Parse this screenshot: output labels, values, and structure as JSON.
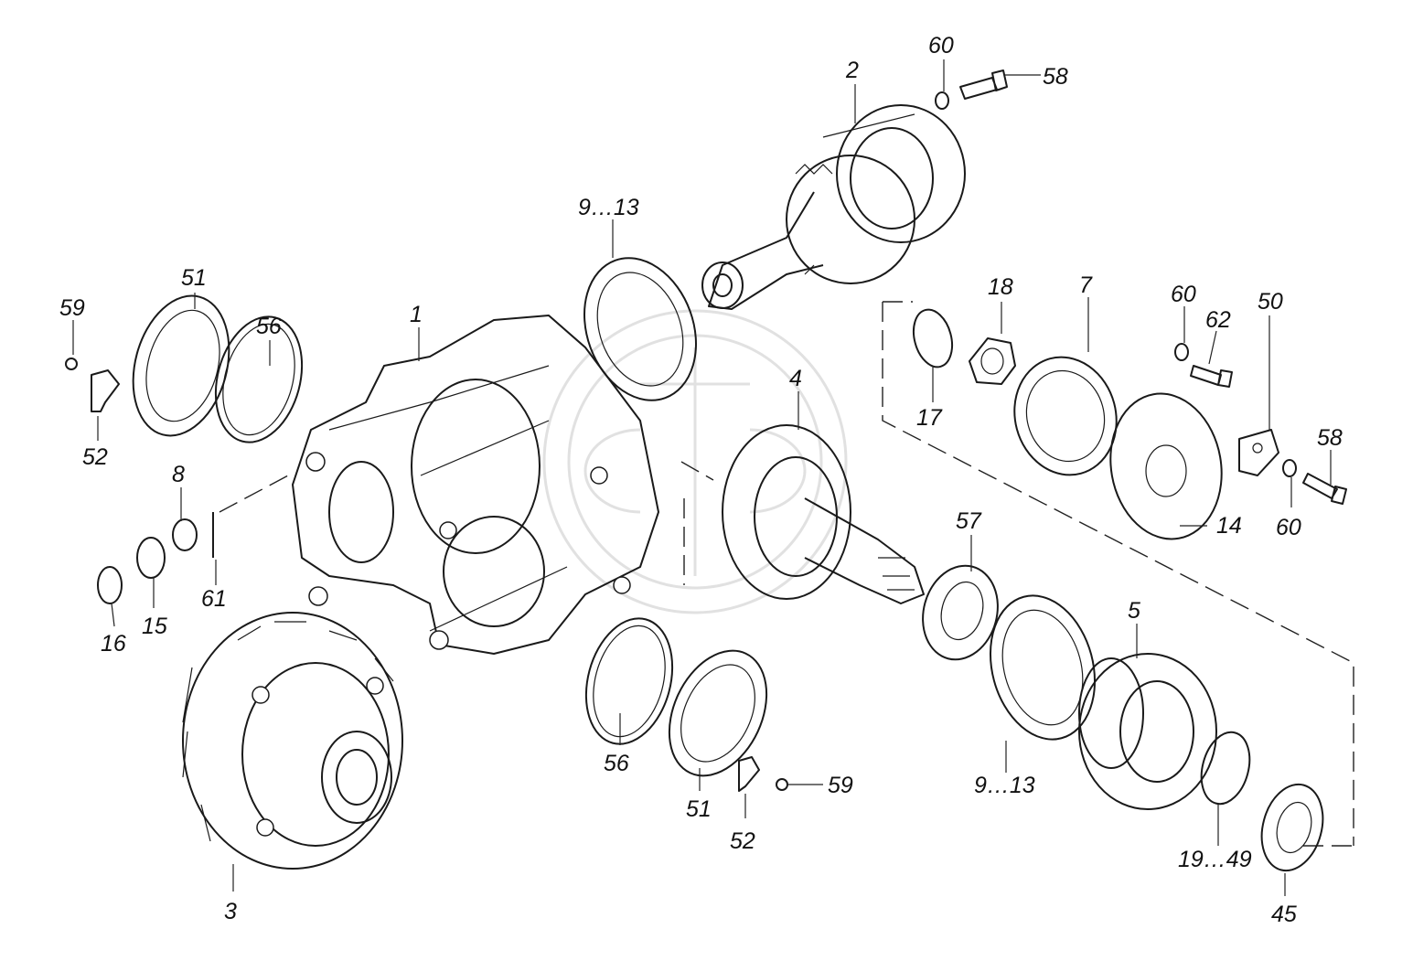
{
  "callouts": [
    {
      "id": "1",
      "label": "1"
    },
    {
      "id": "2",
      "label": "2"
    },
    {
      "id": "3",
      "label": "3"
    },
    {
      "id": "4",
      "label": "4"
    },
    {
      "id": "5",
      "label": "5"
    },
    {
      "id": "7",
      "label": "7"
    },
    {
      "id": "8",
      "label": "8"
    },
    {
      "id": "9-13a",
      "label": "9…13"
    },
    {
      "id": "9-13b",
      "label": "9…13"
    },
    {
      "id": "14",
      "label": "14"
    },
    {
      "id": "15",
      "label": "15"
    },
    {
      "id": "16",
      "label": "16"
    },
    {
      "id": "17",
      "label": "17"
    },
    {
      "id": "18",
      "label": "18"
    },
    {
      "id": "19-49",
      "label": "19…49"
    },
    {
      "id": "45",
      "label": "45"
    },
    {
      "id": "50",
      "label": "50"
    },
    {
      "id": "51a",
      "label": "51"
    },
    {
      "id": "51b",
      "label": "51"
    },
    {
      "id": "52a",
      "label": "52"
    },
    {
      "id": "52b",
      "label": "52"
    },
    {
      "id": "56a",
      "label": "56"
    },
    {
      "id": "56b",
      "label": "56"
    },
    {
      "id": "57",
      "label": "57"
    },
    {
      "id": "58a",
      "label": "58"
    },
    {
      "id": "58b",
      "label": "58"
    },
    {
      "id": "59a",
      "label": "59"
    },
    {
      "id": "59b",
      "label": "59"
    },
    {
      "id": "60a",
      "label": "60"
    },
    {
      "id": "60b",
      "label": "60"
    },
    {
      "id": "60c",
      "label": "60"
    },
    {
      "id": "61",
      "label": "61"
    },
    {
      "id": "62",
      "label": "62"
    }
  ],
  "colors": {
    "ink": "#1a1a1a",
    "watermark": "#c8c8c8",
    "background": "#ffffff"
  }
}
